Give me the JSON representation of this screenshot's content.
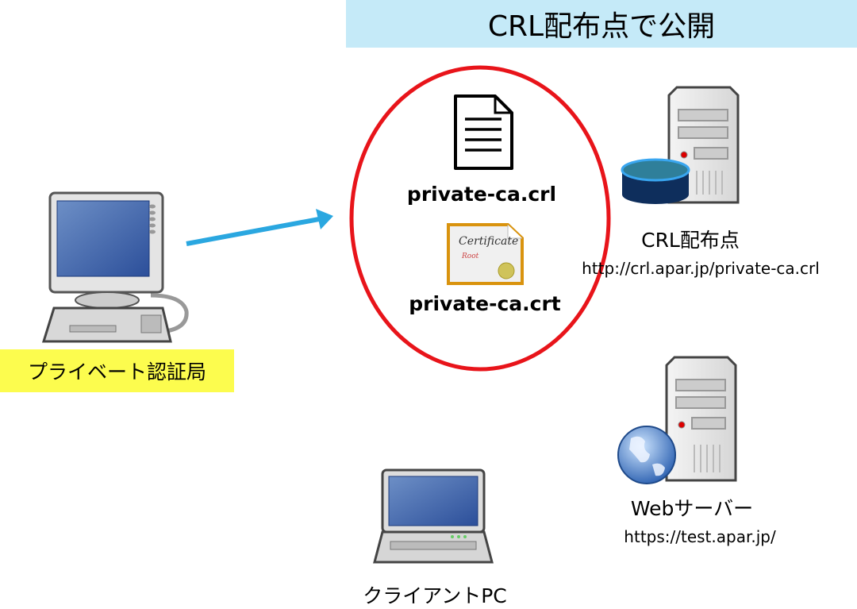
{
  "banner": {
    "title": "CRL配布点で公開"
  },
  "private_ca": {
    "label": "プライベート認証局",
    "icon": "desktop-computer-icon"
  },
  "published_files": [
    {
      "name": "private-ca.crl",
      "icon": "document-icon"
    },
    {
      "name": "private-ca.crt",
      "icon": "certificate-icon",
      "icon_text": [
        "Certificate",
        "Root"
      ]
    }
  ],
  "crl_server": {
    "label": "CRL配布点",
    "url": "http://crl.apar.jp/private-ca.crl",
    "icon": "database-server-icon"
  },
  "web_server": {
    "label": "Webサーバー",
    "url": "https://test.apar.jp/",
    "icon": "web-server-icon"
  },
  "client": {
    "label": "クライアントPC",
    "icon": "laptop-icon"
  },
  "colors": {
    "banner": "#c5eaf8",
    "ca_label": "#fcfc4e",
    "arrow": "#2aa7e0",
    "highlight_ellipse": "#e8141a"
  }
}
